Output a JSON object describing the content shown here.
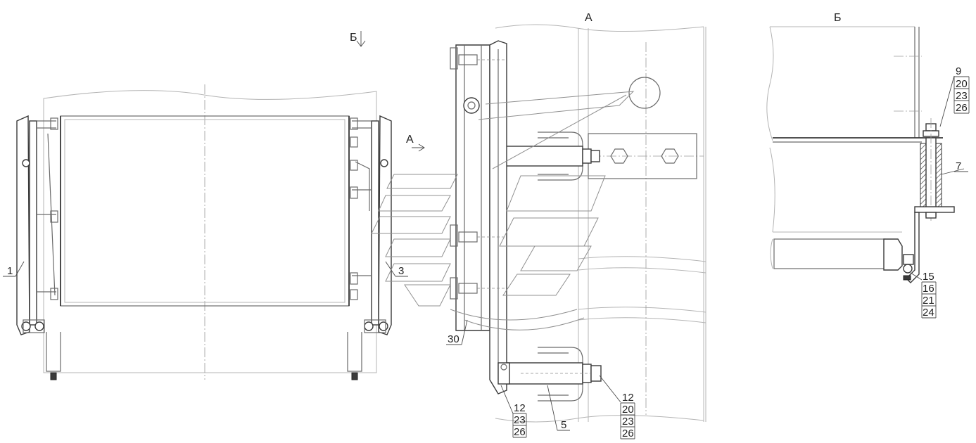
{
  "views": {
    "a_title": "А",
    "b_title": "Б",
    "arrow_a": "А",
    "arrow_b": "Б"
  },
  "callouts": {
    "c1": "1",
    "c3": "3",
    "c30": "30",
    "c5": "5",
    "c7": "7",
    "left_stack": [
      "12",
      "23",
      "26"
    ],
    "right_stack": [
      "12",
      "20",
      "23",
      "26"
    ],
    "top_stack": [
      "9",
      "20",
      "23",
      "26"
    ],
    "bottom_stack": [
      "15",
      "16",
      "21",
      "24"
    ]
  }
}
